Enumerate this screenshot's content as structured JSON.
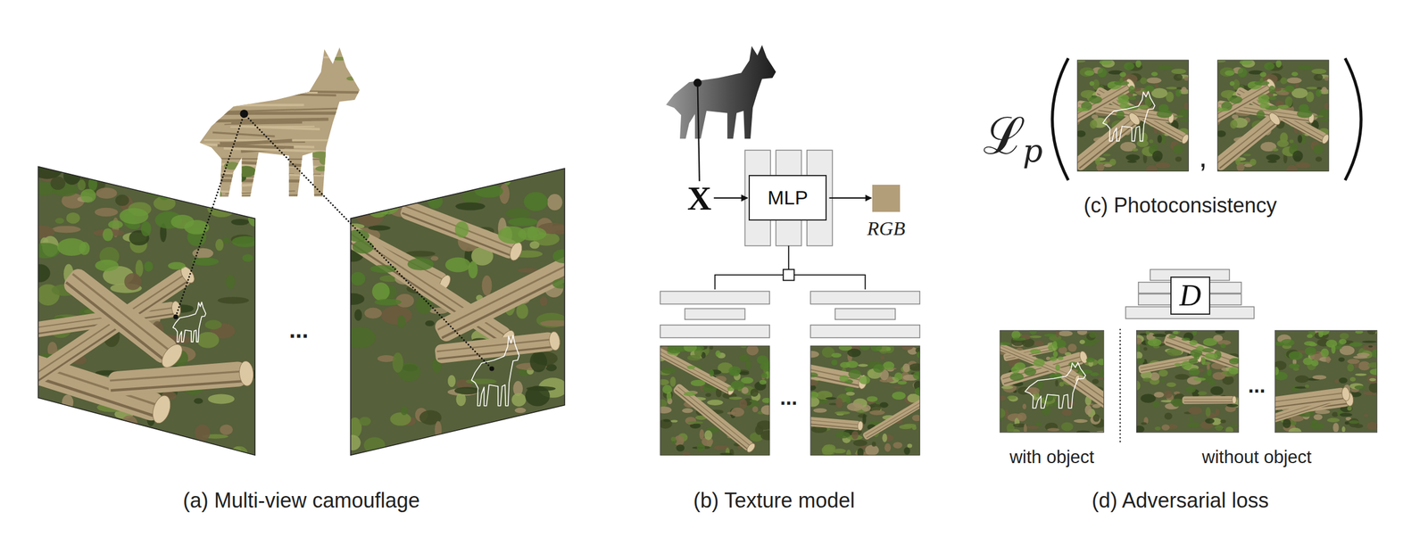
{
  "diagram": {
    "nodes": [
      {
        "text": [
          "X"
        ]
      },
      {
        "text": [
          "MLP"
        ]
      },
      {
        "text": [
          "RGB"
        ]
      },
      {
        "text": [
          "D"
        ]
      }
    ],
    "edges": [
      {
        "from": 0,
        "to": 1,
        "arrow": "to"
      },
      {
        "from": 1,
        "to": 2,
        "arrow": "to"
      }
    ],
    "labels": [
      "...",
      "(a) Multi-view camouflage",
      "...",
      "(b) Texture model",
      "ℒ",
      "p",
      ",",
      "(c) Photoconsistency",
      "with object",
      "...",
      "without object",
      "(d) Adversarial loss"
    ]
  }
}
